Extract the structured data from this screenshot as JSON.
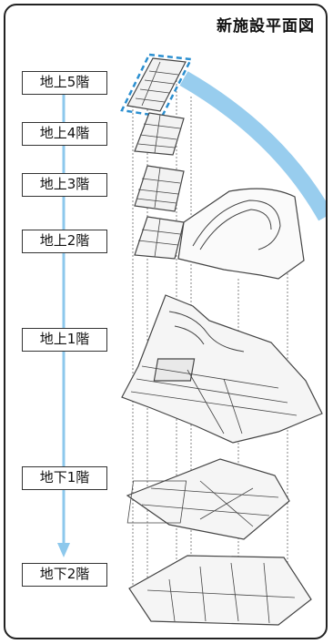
{
  "title": "新施設平面図",
  "floors": [
    {
      "id": "5f",
      "label": "地上5階"
    },
    {
      "id": "4f",
      "label": "地上4階"
    },
    {
      "id": "3f",
      "label": "地上3階"
    },
    {
      "id": "2f",
      "label": "地上2階"
    },
    {
      "id": "1f",
      "label": "地上1階"
    },
    {
      "id": "b1",
      "label": "地下1階"
    },
    {
      "id": "b2",
      "label": "地下2階"
    }
  ],
  "colors": {
    "arrow": "#8dc8ec",
    "highlight": "#2b8fd0",
    "drawing": "#444444"
  }
}
